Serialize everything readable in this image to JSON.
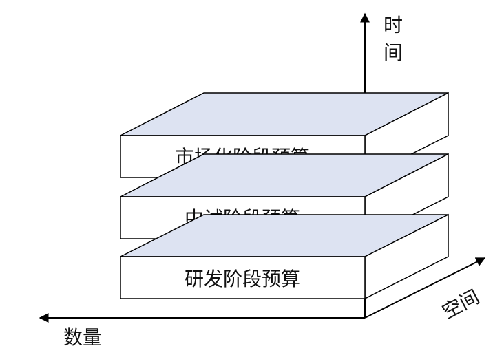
{
  "axes": {
    "vertical_label_line1": "时",
    "vertical_label_line2": "间",
    "horizontal_label": "数量",
    "depth_label": "空间"
  },
  "layers": [
    {
      "label": "市场化阶段预算"
    },
    {
      "label": "中试阶段预算"
    },
    {
      "label": "研发阶段预算"
    }
  ],
  "colors": {
    "top_face": "#dde3f2",
    "side_face": "#ffffff",
    "front_face": "#ffffff",
    "stroke": "#000000"
  }
}
